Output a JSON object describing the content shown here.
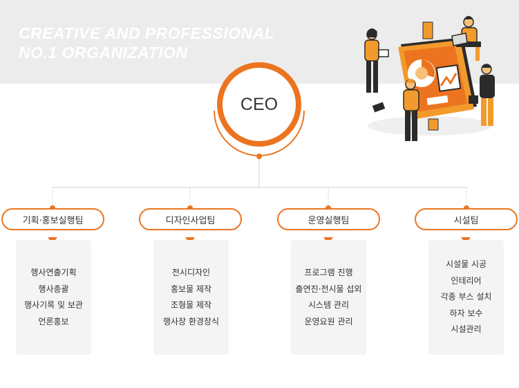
{
  "header": {
    "slogan_line1": "CREATIVE AND PROFESSIONAL",
    "slogan_line2": "NO.1 ORGANIZATION"
  },
  "ceo": {
    "label": "CEO"
  },
  "colors": {
    "accent": "#ec7420",
    "band": "#ececec",
    "box": "#f4f4f4"
  },
  "teams": [
    {
      "name": "기획·홍보실행팀",
      "duties": [
        "행사연출기획",
        "행사총괄",
        "행사기록 및 보관",
        "언론홍보"
      ]
    },
    {
      "name": "디자인사업팀",
      "duties": [
        "전시디자인",
        "홍보물 제작",
        "조형물 제작",
        "행사장 환경장식"
      ]
    },
    {
      "name": "운영실행팀",
      "duties": [
        "프로그램 진행",
        "출연진·전시물 섭외",
        "시스템 관리",
        "운영요원 관리"
      ]
    },
    {
      "name": "시설팀",
      "duties": [
        "시설물 시공",
        "인테리어",
        "각종 부스 설치",
        "하자 보수",
        "시설관리"
      ]
    }
  ],
  "illustration": {
    "icon": "team-collaboration-illustration"
  }
}
